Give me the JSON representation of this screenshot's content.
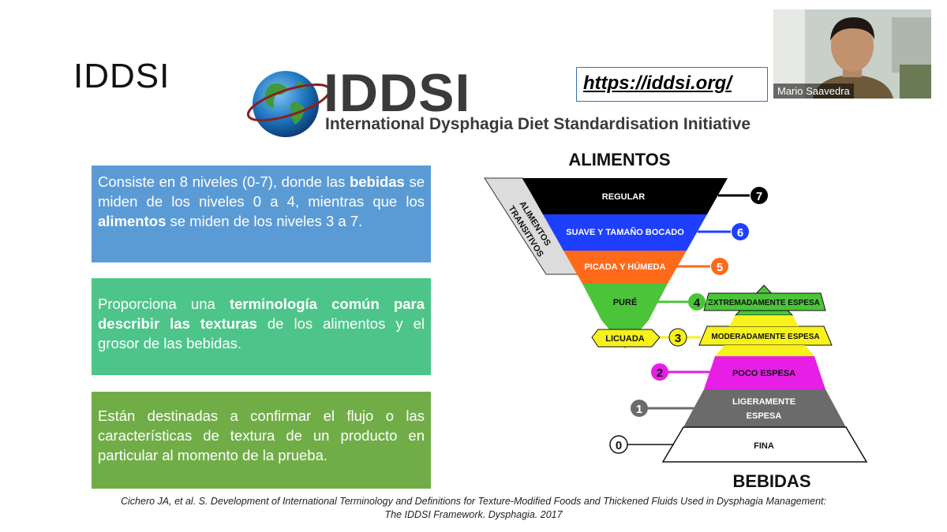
{
  "slide": {
    "title": "IDDSI"
  },
  "logo": {
    "word": "IDDSI",
    "subtitle": "International Dysphagia Diet Standardisation Initiative"
  },
  "link": {
    "url": "https://iddsi.org/"
  },
  "webcam": {
    "participant_name": "Mario Saavedra"
  },
  "boxes": {
    "box1": {
      "t1": "Consiste en 8 niveles (0-7), donde las ",
      "b1": "bebidas",
      "t2": " se miden de los niveles 0 a 4, mientras que los ",
      "b2": "alimentos",
      "t3": " se miden de los niveles 3 a 7."
    },
    "box2": {
      "t1": "Proporciona una ",
      "b1": "terminología común para describir las texturas",
      "t2": " de los alimentos y el grosor de las bebidas."
    },
    "box3": {
      "t1": "Están destinadas a confirmar el flujo o las características de textura de un producto en particular al momento de la prueba."
    }
  },
  "diagram": {
    "top_label": "ALIMENTOS",
    "bottom_label": "BEBIDAS",
    "side_label_1": "ALIMENTOS",
    "side_label_2": "TRANSITIVOS",
    "levels": {
      "l7": {
        "number": "7",
        "label": "REGULAR",
        "color": "#000000"
      },
      "l6": {
        "number": "6",
        "label": "SUAVE Y TAMAÑO BOCADO",
        "color": "#1f3fff"
      },
      "l5": {
        "number": "5",
        "label": "PICADA Y HÚMEDA",
        "color": "#ff6a1a"
      },
      "l4": {
        "number": "4",
        "food_label": "PURÉ",
        "drink_label": "EXTREMADAMENTE ESPESA",
        "color": "#4cc43a"
      },
      "l3": {
        "number": "3",
        "food_label": "LICUADA",
        "drink_label": "MODERADAMENTE ESPESA",
        "color": "#f7f11c"
      },
      "l2": {
        "number": "2",
        "label": "POCO ESPESA",
        "color": "#e61ee6"
      },
      "l1": {
        "number": "1",
        "label_line1": "LIGERAMENTE",
        "label_line2": "ESPESA",
        "color": "#6b6b6b"
      },
      "l0": {
        "number": "0",
        "label": "FINA",
        "color": "#ffffff"
      }
    }
  },
  "citation": {
    "line1": "Cichero JA, et al. S. Development of International Terminology and Definitions for Texture-Modified Foods and Thickened Fluids Used in Dysphagia Management:",
    "line2": "The IDDSI Framework. Dysphagia. 2017"
  }
}
